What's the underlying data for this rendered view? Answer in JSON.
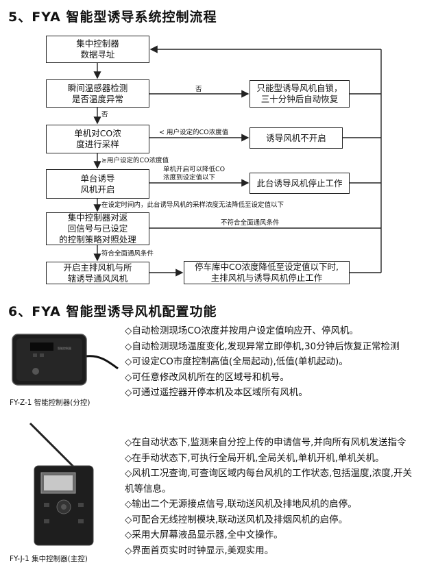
{
  "section5_title": "5、FYA 智能型诱导系统控制流程",
  "section6_title": "6、FYA 智能型诱导风机配置功能",
  "flow": {
    "boxes": {
      "b1": "集中控制器\n数据寻址",
      "b2": "瞬间温感器检测\n是否温度异常",
      "b3": "单机对CO浓\n度进行采样",
      "b4": "单台诱导\n风机开启",
      "b5": "集中控制器对返\n回信号与已设定\n的控制策略对照处理",
      "b6": "开启主排风机与所\n辖诱导通风风机",
      "r1": "只能型诱导风机自锁，\n三十分钟后自动恢复",
      "r2": "诱导风机不开启",
      "r3": "此台诱导风机停止工作",
      "r4": "停车库中CO浓度降低至设定值以下时,\n主排风机与诱导风机停止工作"
    },
    "labels": {
      "no1": "否",
      "no2": "否",
      "lt": "< 用户设定的CO浓度值",
      "ge": "≥用户设定的CO浓度值",
      "can_lower": "单机开启可以降低CO\n浓度到设定值以下",
      "cannot_lower": "在设定时间内，此台诱导风机的采样浓度无法降低至设定值以下",
      "not_match": "不符合全面通风条件",
      "match": "符合全面通风条件"
    }
  },
  "devices": [
    {
      "caption": "FY-Z-1 智能控制器(分控)",
      "image_icon": "controller-device-icon",
      "features": [
        "◇自动检测现场CO浓度并按用户设定值响应开、停风机。",
        "◇自动检测现场温度变化,发现异常立即停机,30分钟后恢复正常检测",
        "◇可设定CO市度控制高值(全局起动),低值(单机起动)。",
        "◇可任意修改风机所在的区域号和机号。",
        "◇可通过遥控器开停本机及本区域所有风机。"
      ]
    },
    {
      "caption": "FY-J-1 集中控制器(主控)",
      "image_icon": "central-controller-icon",
      "features": [
        "◇在自动状态下,监测来自分控上传的申请信号,并向所有风机发送指令",
        "◇在手动状态下,可执行全局开机,全局关机,单机开机,单机关机。",
        "◇风机工况查询,可查询区域内每台风机的工作状态,包括温度,浓度,开关机等信息。",
        "◇输出二个无源接点信号,联动送风机及排地风机的启停。",
        "◇可配合无线控制模块,联动送风机及排烟风机的启停。",
        "◇采用大屏幕液品显示器,全中文操作。",
        "◇界面首页实时时钟显示,美观实用。"
      ]
    }
  ]
}
